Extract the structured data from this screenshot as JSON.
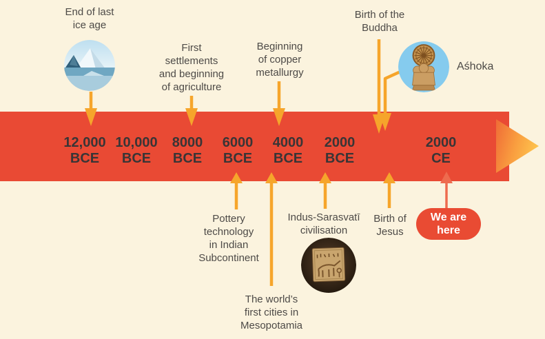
{
  "figure": {
    "type": "timeline",
    "description_of_depiction": "Historical timeline from 12,000 BCE to 2000 CE with events marked above and below a red band"
  },
  "palette": {
    "background": "#FBF3DE",
    "band_red": "#E94A34",
    "arrow_orange": "#F6A52B",
    "here_pill_red": "#E94B33",
    "here_connector_salmon": "#EE6B4E",
    "band_arrowhead_gradient": [
      "#EF6B36",
      "#FFD153"
    ],
    "date_text": "#393536",
    "label_text": "#4D4A47",
    "pill_text": "#FFFFFF"
  },
  "timeline": {
    "dates": [
      {
        "value": "12,000",
        "era": "BCE"
      },
      {
        "value": "10,000",
        "era": "BCE"
      },
      {
        "value": "8000",
        "era": "BCE"
      },
      {
        "value": "6000",
        "era": "BCE"
      },
      {
        "value": "4000",
        "era": "BCE"
      },
      {
        "value": "2000",
        "era": "BCE"
      },
      {
        "value": "2000",
        "era": "CE"
      }
    ]
  },
  "events_above": {
    "ice_age": {
      "label": "End of last\nice age"
    },
    "agriculture": {
      "label": "First\nsettlements\nand beginning\nof agriculture"
    },
    "copper": {
      "label": "Beginning\nof copper\nmetallurgy"
    },
    "buddha": {
      "label": "Birth of the\nBuddha"
    },
    "ashoka": {
      "label": "Aśhoka"
    }
  },
  "events_below": {
    "pottery": {
      "label": "Pottery\ntechnology\nin Indian\nSubcontinent"
    },
    "mesopotamia": {
      "label": "The world’s\nfirst cities in\nMesopotamia"
    },
    "indus": {
      "label": "Indus-Sarasvatī\ncivilisation"
    },
    "jesus": {
      "label": "Birth of\nJesus"
    },
    "here": {
      "label": "We are\nhere"
    }
  },
  "icons": {
    "ice_age_image": "glacier-iceberg-photo",
    "ashoka_image": "ashoka-lion-capital-with-wheel-photo",
    "indus_image": "indus-unicorn-seal-photo",
    "band_end": "right-pointing-arrowhead"
  }
}
